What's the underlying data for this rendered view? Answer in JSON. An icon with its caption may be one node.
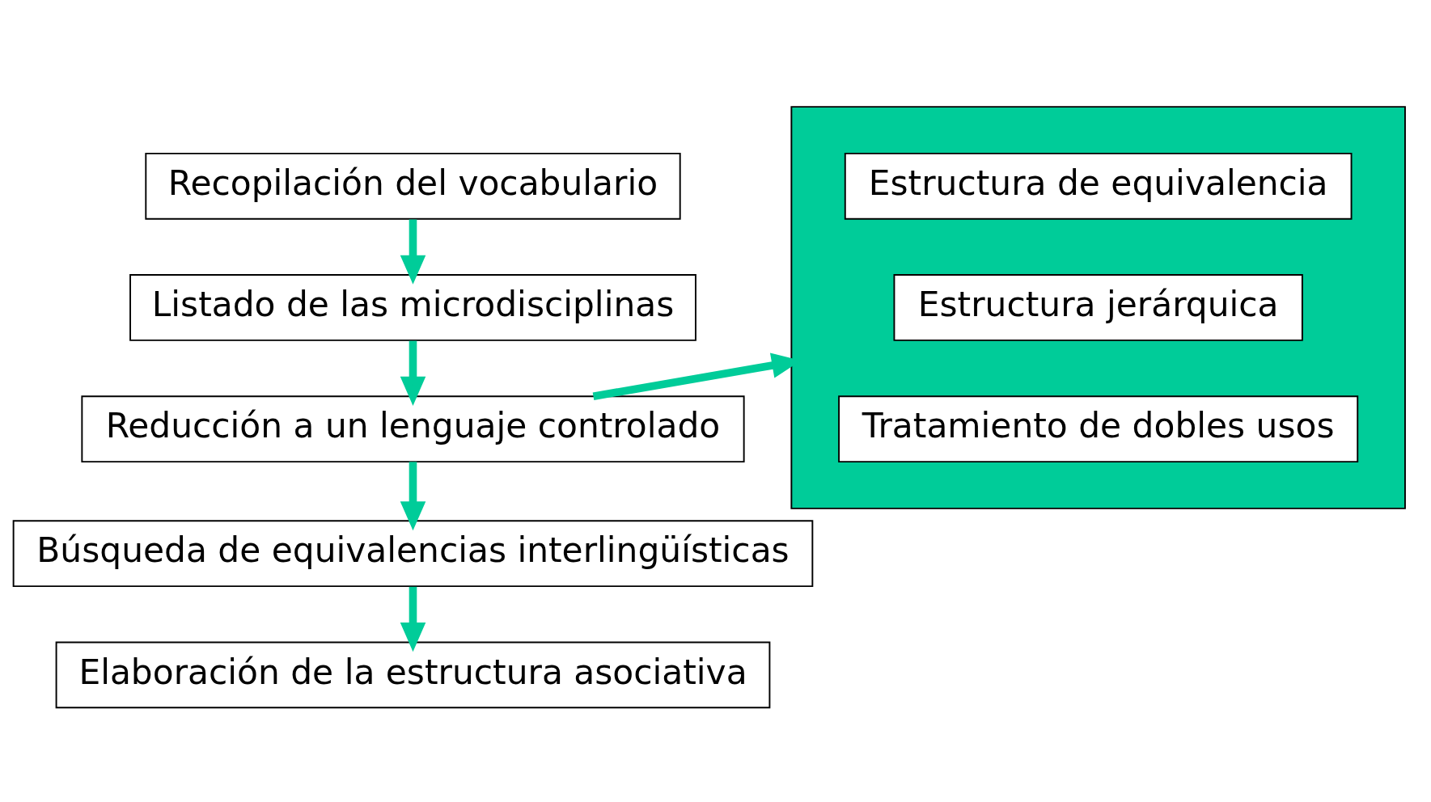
{
  "diagram": {
    "nodes": [
      {
        "text": [
          "Recopilación del vocabulario"
        ]
      },
      {
        "text": [
          "Listado de las microdisciplinas"
        ]
      },
      {
        "text": [
          "Reducción a un lenguaje controlado"
        ]
      },
      {
        "text": [],
        "shape": "box"
      },
      {
        "text": [
          "Estructura de equivalencia"
        ],
        "in": 3
      },
      {
        "text": [
          "Estructura jerárquica"
        ],
        "in": 3
      },
      {
        "text": [
          "Tratamiento de dobles usos"
        ],
        "in": 3
      },
      {
        "text": [
          "Búsqueda de equivalencias interlingüísticas"
        ]
      },
      {
        "text": [
          "Elaboración de la estructura asociativa"
        ]
      }
    ],
    "edges": [
      {
        "from": 0,
        "to": 1,
        "arrow": "to"
      },
      {
        "from": 1,
        "to": 2,
        "arrow": "to"
      },
      {
        "from": 2,
        "to": 3,
        "arrow": "to"
      },
      {
        "from": 2,
        "to": 7,
        "arrow": "to"
      },
      {
        "from": 7,
        "to": 8,
        "arrow": "to"
      }
    ]
  }
}
